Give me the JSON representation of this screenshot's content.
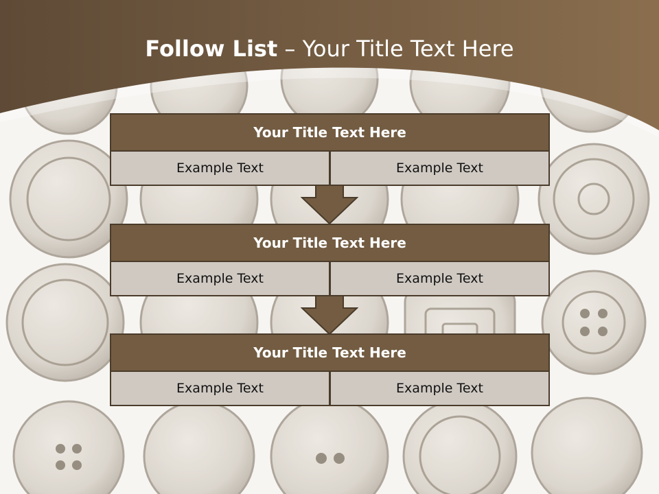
{
  "slide": {
    "title_bold": "Follow List",
    "title_rest": " – Your Title Text Here",
    "colors": {
      "header_band": "#7a6146",
      "box_title": "#735c42",
      "box_cell": "#cfc9c2",
      "border": "#4a3b2a"
    }
  },
  "steps": [
    {
      "title": "Your Title Text Here",
      "left": "Example Text",
      "right": "Example Text"
    },
    {
      "title": "Your Title Text Here",
      "left": "Example Text",
      "right": "Example Text"
    },
    {
      "title": "Your Title Text Here",
      "left": "Example Text",
      "right": "Example Text"
    }
  ],
  "background": {
    "image": "vintage-metal-buttons-collage"
  }
}
